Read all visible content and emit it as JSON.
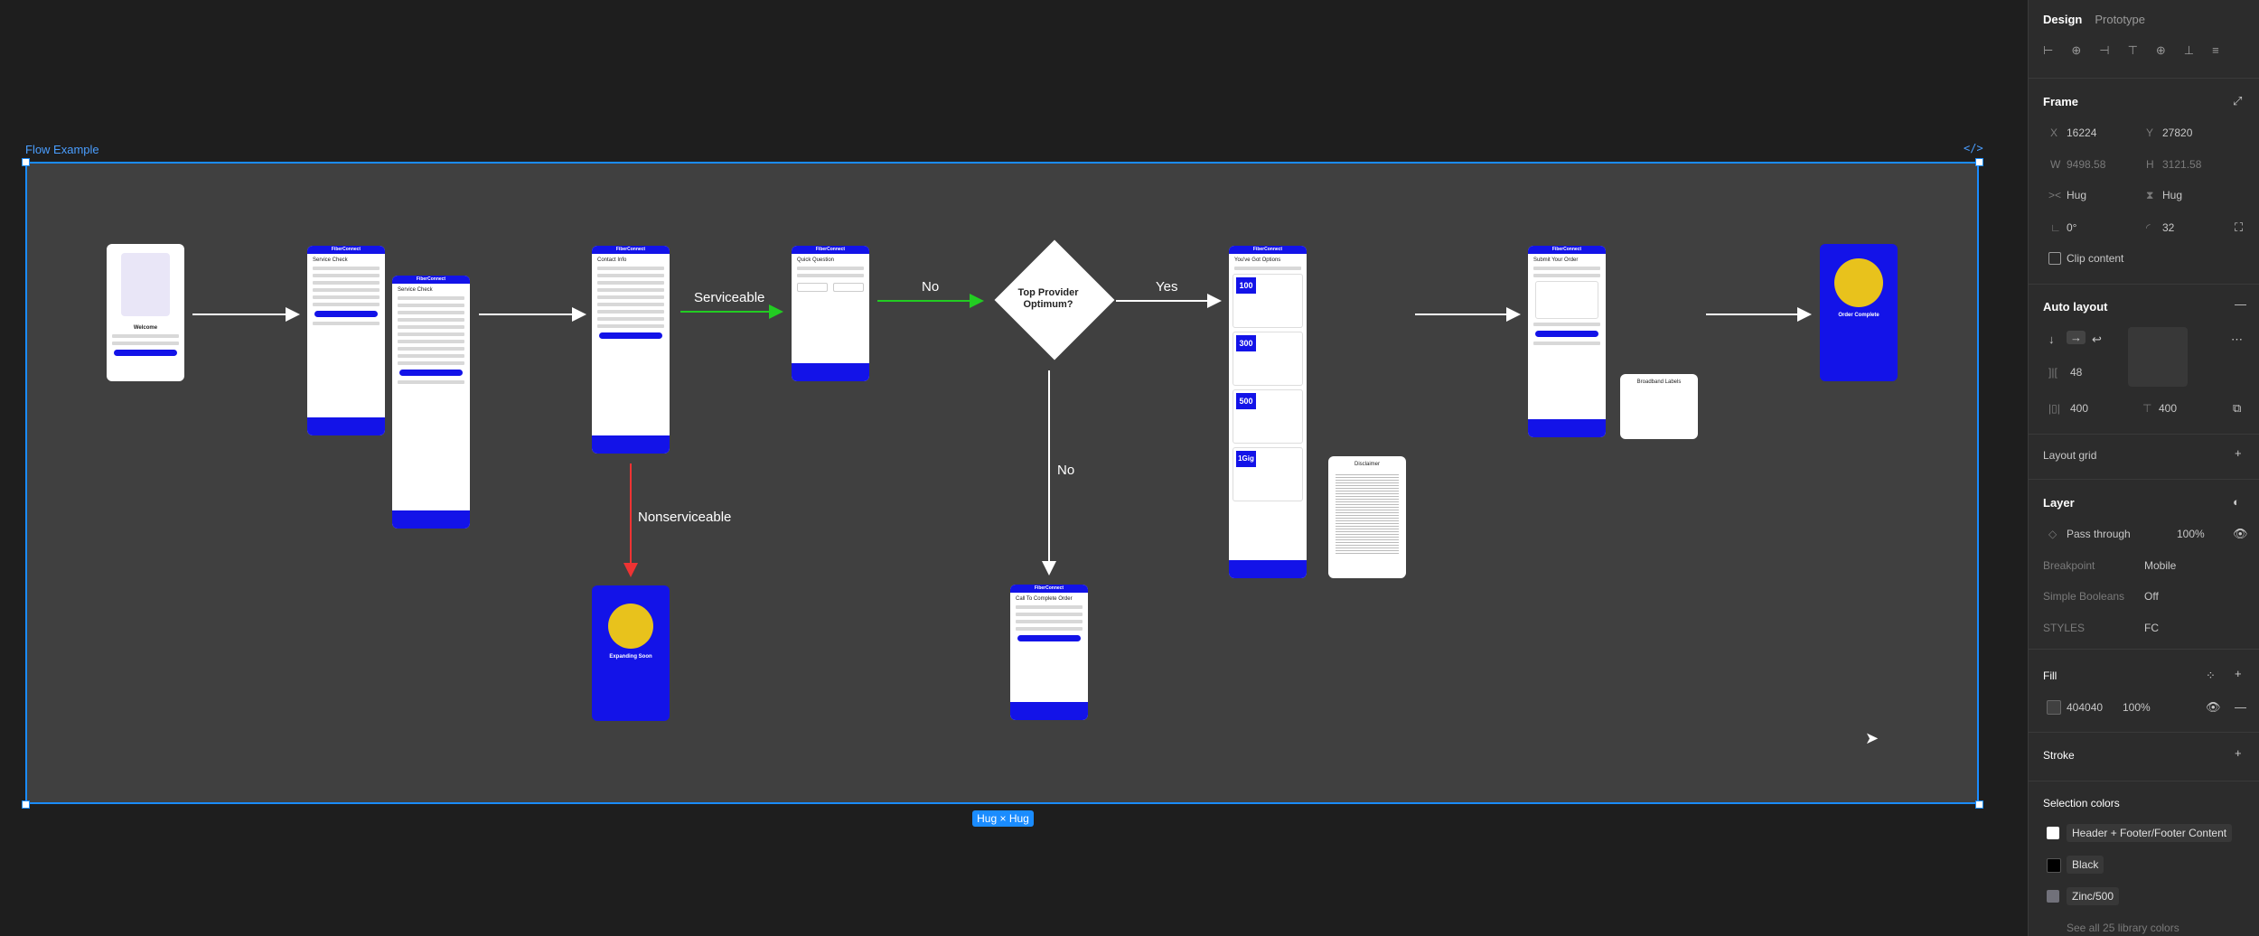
{
  "canvas": {
    "frame_name": "Flow Example",
    "code_icon": "code-icon",
    "size_badge": "Hug × Hug",
    "flow_labels": {
      "serviceable": "Serviceable",
      "no_top": "No",
      "yes": "Yes",
      "no_down": "No",
      "nonserviceable": "Nonserviceable"
    },
    "decision": "Top Provider Optimum?",
    "screens": {
      "welcome": "Welcome",
      "service_check": "Service Check",
      "service_check_2": "Service Check",
      "contact_info": "Contact Info",
      "quick_question": "Quick Question",
      "expanding_soon": "Expanding Soon",
      "call_to_complete": "Call To Complete Order",
      "internet_options": "You've Got Options",
      "disclaimer": "Disclaimer",
      "submit_order": "Submit Your Order",
      "broadband_labels": "Broadband Labels",
      "order_complete": "Order Complete",
      "brand": "FiberConnect"
    },
    "speed_tiers": [
      "100",
      "300",
      "500",
      "1Gig"
    ],
    "fill_color": "#404040",
    "selection_color": "#1a8cff"
  },
  "panel": {
    "tabs": [
      "Design",
      "Prototype"
    ],
    "frame_section": "Frame",
    "x_label": "X",
    "x_value": "16224",
    "y_label": "Y",
    "y_value": "27820",
    "w_label": "W",
    "w_value": "9498.58",
    "h_label": "H",
    "h_value": "3121.58",
    "hug_w": "Hug",
    "hug_h": "Hug",
    "rotation": "0°",
    "radius": "32",
    "clip_content": "Clip content",
    "auto_layout": "Auto layout",
    "gap": "48",
    "padding_h": "400",
    "padding_v": "400",
    "layout_grid": "Layout grid",
    "layer": "Layer",
    "blend_mode": "Pass through",
    "layer_opacity": "100%",
    "breakpoint_label": "Breakpoint",
    "breakpoint_value": "Mobile",
    "simple_booleans_label": "Simple Booleans",
    "simple_booleans_value": "Off",
    "styles_label": "STYLES",
    "styles_value": "FC",
    "fill": "Fill",
    "fill_hex": "404040",
    "fill_opacity": "100%",
    "stroke": "Stroke",
    "selection_colors": "Selection colors",
    "colors": [
      {
        "name": "Header + Footer/Footer Content",
        "hex": "#ffffff"
      },
      {
        "name": "Black",
        "hex": "#000000"
      },
      {
        "name": "Zinc/500",
        "hex": "#71717a"
      }
    ],
    "see_all": "See all 25 library colors"
  }
}
